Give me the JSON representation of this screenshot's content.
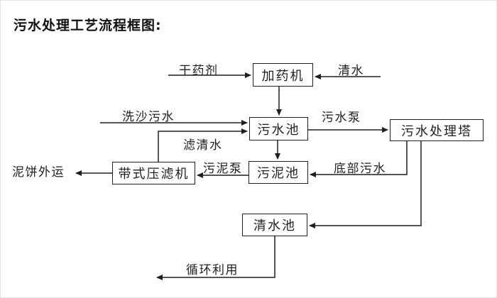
{
  "title": "污水处理工艺流程框图:",
  "colors": {
    "ink": "#1f1f1f",
    "background": "#ffffff"
  },
  "diagram": {
    "boxes": [
      {
        "id": "dosing-machine",
        "label": "加药机"
      },
      {
        "id": "sewage-pool",
        "label": "污水池"
      },
      {
        "id": "sewage-treatment-tower",
        "label": "污水处理塔"
      },
      {
        "id": "sludge-pool",
        "label": "污泥池"
      },
      {
        "id": "belt-filter-press",
        "label": "带式压滤机"
      },
      {
        "id": "clean-water-pool",
        "label": "清水池"
      }
    ],
    "flow_labels": [
      {
        "id": "dry-chemical",
        "label": "干药剂"
      },
      {
        "id": "clean-water",
        "label": "清水"
      },
      {
        "id": "sand-washing-sewage",
        "label": "洗沙污水"
      },
      {
        "id": "sewage-pump",
        "label": "污水泵"
      },
      {
        "id": "filtered-water",
        "label": "滤清水"
      },
      {
        "id": "sludge-pump",
        "label": "污泥泵"
      },
      {
        "id": "bottom-sewage",
        "label": "底部污水"
      },
      {
        "id": "mud-cake-outbound",
        "label": "泥饼外运"
      },
      {
        "id": "recycling",
        "label": "循环利用"
      }
    ],
    "edges": [
      {
        "from": "dry-chemical-input",
        "to": "dosing-machine",
        "label": "干药剂"
      },
      {
        "from": "clean-water-input",
        "to": "dosing-machine",
        "label": "清水"
      },
      {
        "from": "dosing-machine",
        "to": "sewage-pool",
        "label": ""
      },
      {
        "from": "sand-washing-input",
        "to": "sewage-pool",
        "label": "洗沙污水"
      },
      {
        "from": "belt-filter-press",
        "to": "sewage-pool",
        "label": "滤清水"
      },
      {
        "from": "sewage-pool",
        "to": "sewage-treatment-tower",
        "label": "污水泵"
      },
      {
        "from": "sewage-pool",
        "to": "sludge-pool",
        "label": ""
      },
      {
        "from": "sewage-treatment-tower",
        "to": "sludge-pool",
        "label": "底部污水"
      },
      {
        "from": "sludge-pool",
        "to": "belt-filter-press",
        "label": "污泥泵"
      },
      {
        "from": "belt-filter-press",
        "to": "external-outbound",
        "label": "泥饼外运"
      },
      {
        "from": "sewage-treatment-tower",
        "to": "clean-water-pool",
        "label": ""
      },
      {
        "from": "clean-water-pool",
        "to": "external-reuse",
        "label": "循环利用"
      }
    ]
  }
}
